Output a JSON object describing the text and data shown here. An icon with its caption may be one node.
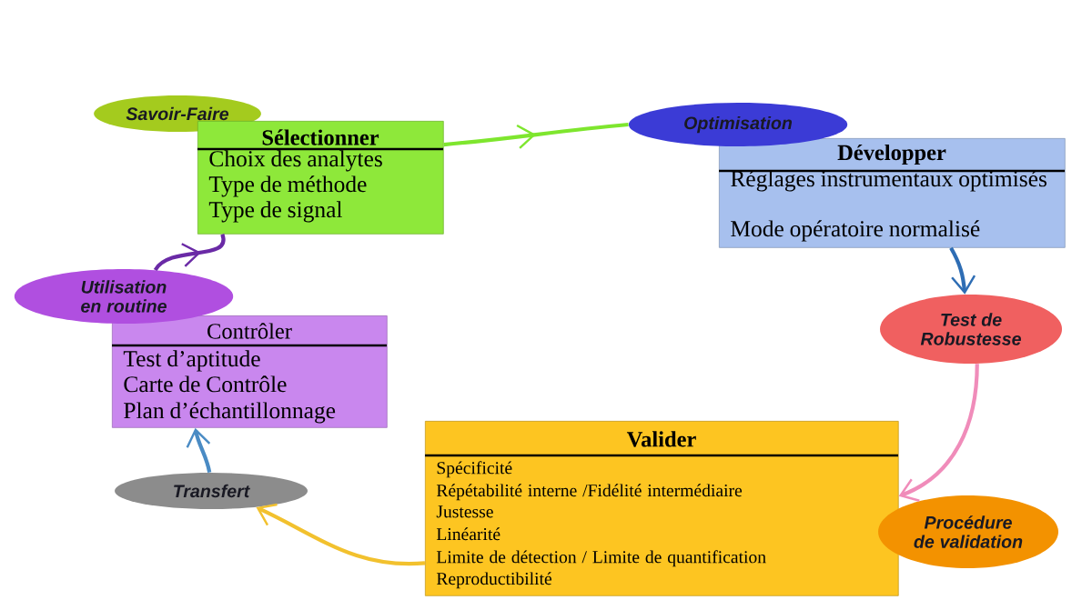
{
  "diagram": {
    "nodes": [
      {
        "text": [
          "Savoir-Faire"
        ]
      },
      {
        "text": [
          "Sélectionner",
          "Choix des analytes",
          "Type de méthode",
          "Type de signal"
        ]
      },
      {
        "text": [
          "Optimisation"
        ]
      },
      {
        "text": [
          "Développer",
          "Réglages instrumentaux optimisés",
          "Mode opératoire normalisé"
        ]
      },
      {
        "text": [
          "Test de Robustesse"
        ]
      },
      {
        "text": [
          "Procédure de validation"
        ]
      },
      {
        "text": [
          "Valider",
          "Spécificité",
          "Répétabilité interne /Fidélité intermédiaire",
          "Justesse",
          "Linéarité",
          "Limite de détection / Limite de quantification",
          "Reproductibilité"
        ]
      },
      {
        "text": [
          "Transfert"
        ]
      },
      {
        "text": [
          "Contrôler",
          "Test d’aptitude",
          "Carte de Contrôle",
          "Plan d’échantillonnage"
        ]
      },
      {
        "text": [
          "Utilisation en routine"
        ]
      }
    ],
    "edges": [
      {
        "from": 1,
        "to": 2,
        "arrow": "to",
        "color": "#7ee62e"
      },
      {
        "from": 3,
        "to": 4,
        "arrow": "to",
        "color": "#2e6db4"
      },
      {
        "from": 4,
        "to": 6,
        "arrow": "to",
        "color": "#f08cba"
      },
      {
        "from": 6,
        "to": 7,
        "arrow": "to",
        "color": "#f2c12e"
      },
      {
        "from": 7,
        "to": 8,
        "arrow": "to",
        "color": "#4a8bc4"
      },
      {
        "from": 9,
        "to": 1,
        "arrow": "to",
        "color": "#6a2aa6"
      }
    ]
  }
}
